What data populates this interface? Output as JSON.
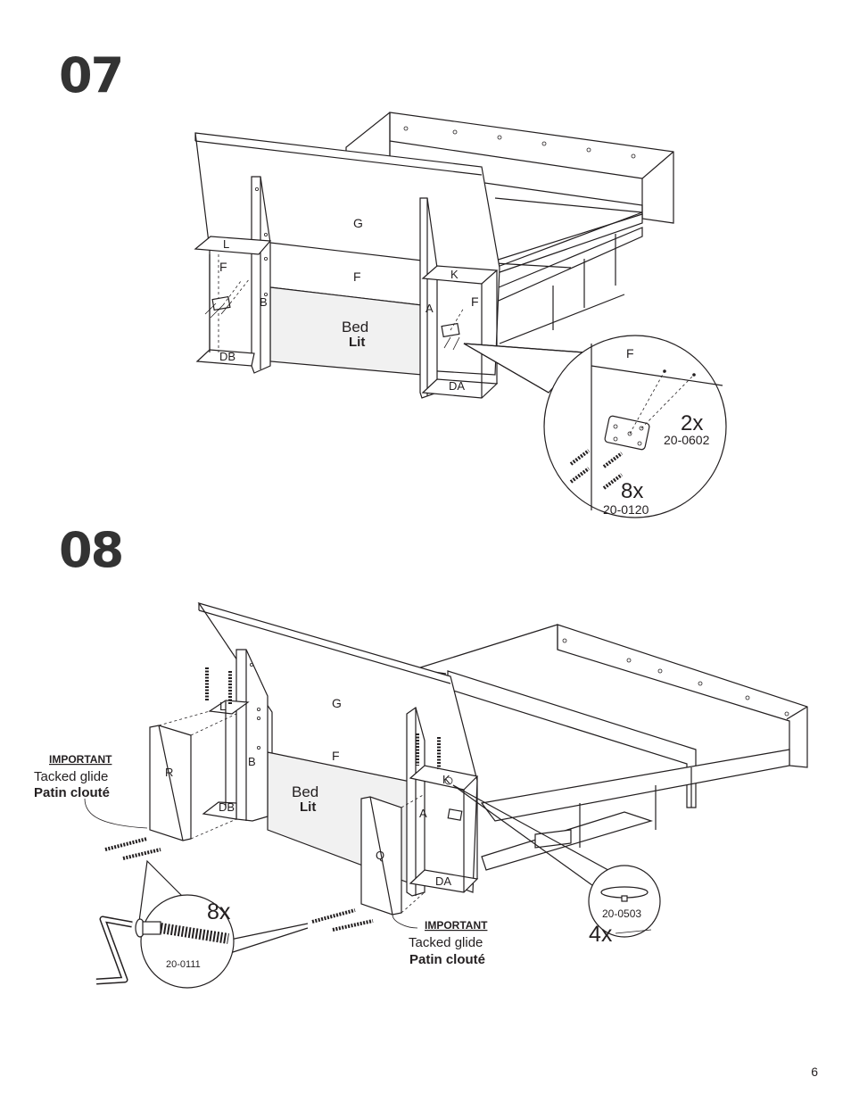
{
  "page_number": "6",
  "step1": {
    "number": "07",
    "labels": {
      "G": "G",
      "F_left": "F",
      "F_center": "F",
      "F_right": "F",
      "L": "L",
      "B": "B",
      "K": "K",
      "A": "A",
      "DB": "DB",
      "DA": "DA"
    },
    "bed": "Bed",
    "lit": "Lit",
    "callout": {
      "panel": "F",
      "qty_plate": "2x",
      "code_plate": "20-0602",
      "qty_screw": "8x",
      "code_screw": "20-0120"
    }
  },
  "step2": {
    "number": "08",
    "labels": {
      "G": "G",
      "F": "F",
      "L": "L",
      "B": "B",
      "R": "R",
      "Q": "Q",
      "K": "K",
      "A": "A",
      "DB": "DB",
      "DA": "DA"
    },
    "bed": "Bed",
    "lit": "Lit",
    "important_left": {
      "title": "IMPORTANT",
      "line1": "Tacked glide",
      "line2": "Patin clouté"
    },
    "important_right": {
      "title": "IMPORTANT",
      "line1": "Tacked glide",
      "line2": "Patin clouté"
    },
    "callout_dowel": {
      "qty": "8x",
      "code": "20-0111"
    },
    "callout_glide": {
      "qty": "4x",
      "code": "20-0503"
    }
  }
}
